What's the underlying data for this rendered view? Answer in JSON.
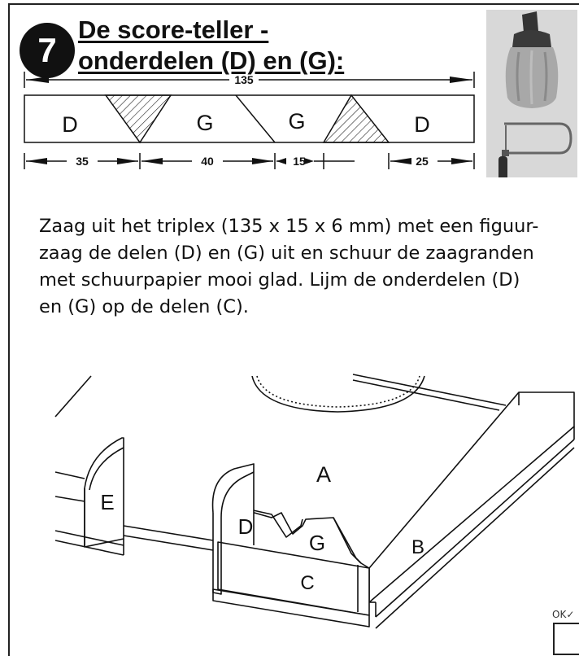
{
  "step": {
    "number": "7",
    "title_line1": "De score-teller -",
    "title_line2": "onderdelen (D) en (G):"
  },
  "cut_diagram": {
    "total_length": "135",
    "part_labels": [
      "D",
      "G",
      "G",
      "D"
    ],
    "segment_dimensions": [
      "35",
      "40",
      "15",
      "25"
    ]
  },
  "instructions": {
    "lines": [
      "Zaag uit het triplex (135 x 15 x 6 mm) met een figuur-",
      "zaag de delen (D) en (G) uit en schuur de zaagranden",
      "met schuurpapier mooi glad. Lijm de onderdelen (D)",
      "en (G) op de delen (C)."
    ]
  },
  "assembly_labels": {
    "a": "A",
    "b": "B",
    "c": "C",
    "d": "D",
    "e": "E",
    "g": "G"
  },
  "checkbox": {
    "label": "OK✓"
  },
  "tools": [
    "glue-bottle-icon",
    "fretsaw-icon"
  ]
}
